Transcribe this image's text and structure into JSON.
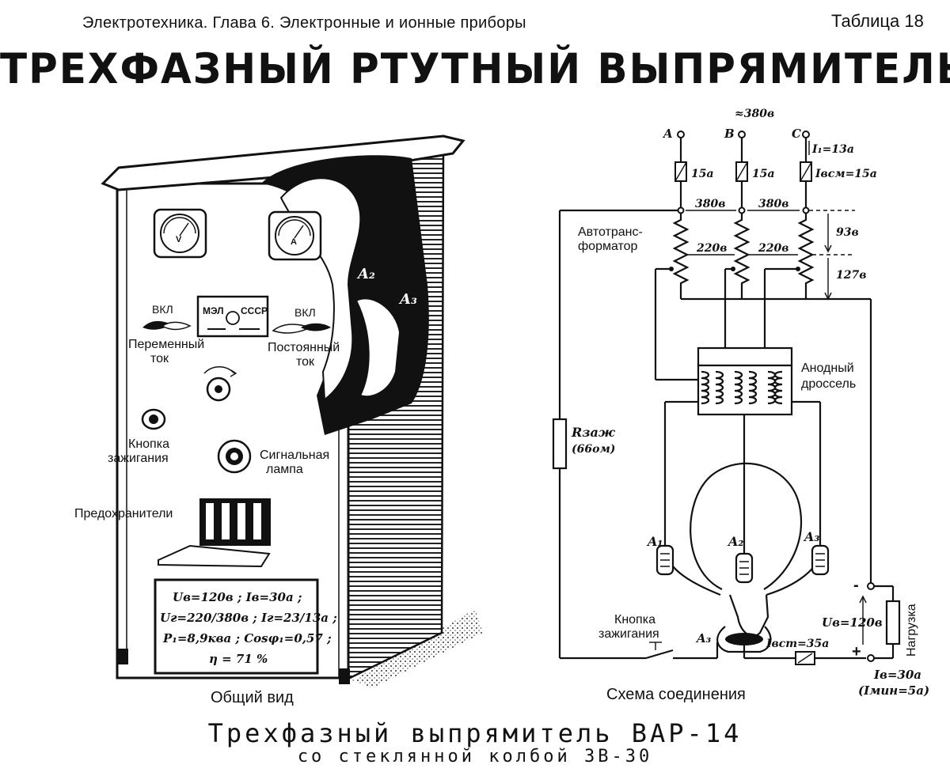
{
  "header": {
    "left": "Электротехника.  Глава 6. Электронные и ионные приборы",
    "right": "Таблица 18"
  },
  "title": "ТРЕХФАЗНЫЙ РТУТНЫЙ ВЫПРЯМИТЕЛЬ",
  "cabinet": {
    "meter_v_symbol": "V",
    "meter_a_symbol": "A",
    "plate_brand": "МЭЛ",
    "plate_country": "СССР",
    "switch_ac_on": "ВКЛ",
    "switch_ac_label_1": "Переменный",
    "switch_ac_label_2": "ток",
    "switch_dc_on": "ВКЛ",
    "switch_dc_label_1": "Постоянный",
    "switch_dc_label_2": "ток",
    "ignition_button_1": "Кнопка",
    "ignition_button_2": "зажигания",
    "signal_lamp_1": "Сигнальная",
    "signal_lamp_2": "лампа",
    "fuses": "Предохранители",
    "anode_a2": "A₂",
    "anode_a3": "A₃",
    "specs": [
      "Uв=120в ; Iв=30а ;",
      "Uг=220/380в ; Iг=23/13а ;",
      "P₁=8,9ква ; Cosφ₁=0,57 ;",
      "η = 71 %"
    ],
    "caption": "Общий вид"
  },
  "scheme": {
    "supply": "≈380в",
    "phase_a": "A",
    "phase_b": "B",
    "phase_c": "C",
    "i1": "I₁=13a",
    "fuse_a": "15a",
    "fuse_b": "15a",
    "ibcm": "Iвсм=15a",
    "v380_ab": "380в",
    "v380_bc": "380в",
    "v93": "93в",
    "autotransformer_1": "Автотранс-",
    "autotransformer_2": "форматор",
    "v220_ab": "220в",
    "v220_bc": "220в",
    "v127": "127в",
    "anode_choke_1": "Анодный",
    "anode_choke_2": "дроссель",
    "r_ignition": "Rзаж",
    "r_ignition_value": "(66ом)",
    "anode_a1": "A₁",
    "anode_a2": "A₂",
    "anode_a3": "A₃",
    "electrode_a3": "A₃",
    "minus": "-",
    "plus": "+",
    "ub": "Uв=120в",
    "load": "Нагрузка",
    "ib": "Iв=30a",
    "imin": "(Iмин=5a)",
    "ignition_button_1": "Кнопка",
    "ignition_button_2": "зажигания",
    "ibct": "Iвст=35a",
    "caption": "Схема соединения"
  },
  "caption": {
    "line1": "Трехфазный выпрямитель ВАР-14",
    "line2": "со стеклянной колбой ЗВ-30"
  }
}
